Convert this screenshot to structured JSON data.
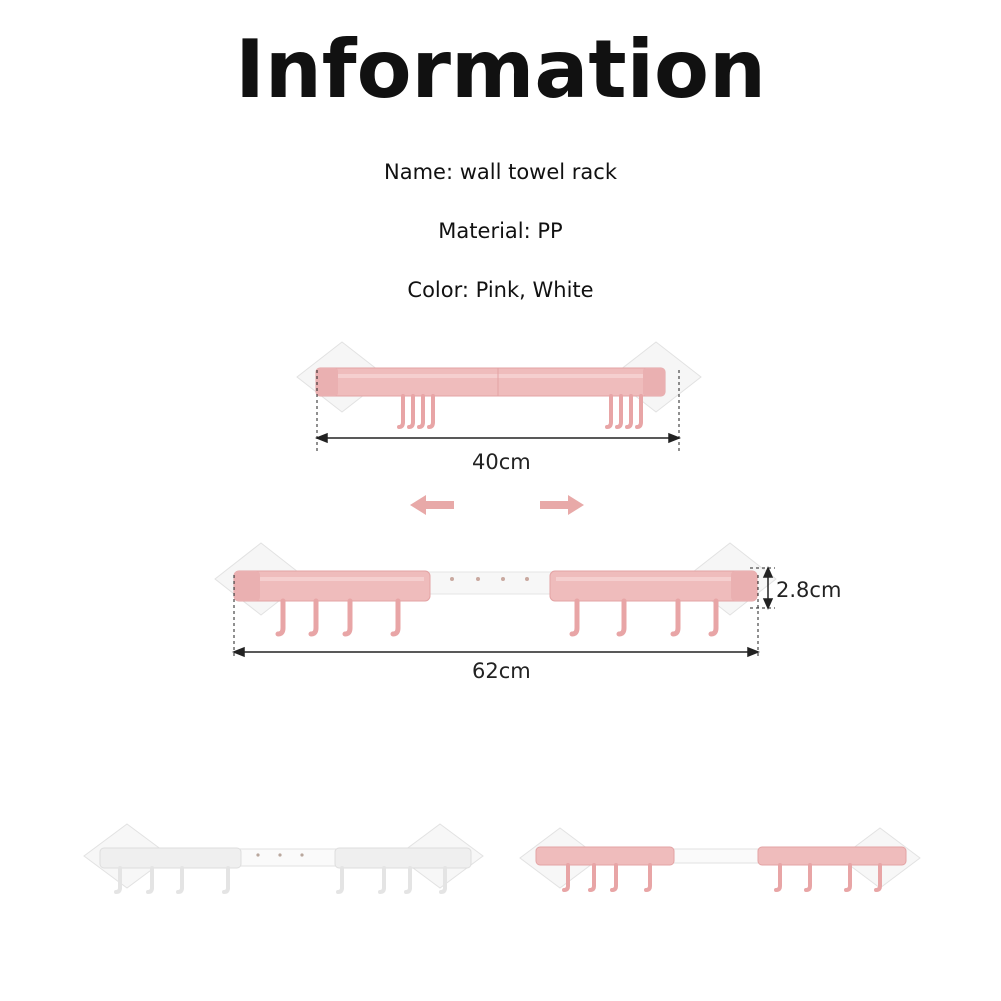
{
  "title": "Information",
  "specs": {
    "name": "Name: wall towel rack",
    "material": "Material: PP",
    "color": "Color: Pink, White"
  },
  "dimensions": {
    "collapsed_width": "40cm",
    "extended_width": "62cm",
    "height": "2.8cm"
  },
  "colors": {
    "pink": "#eeb7b7",
    "pink_dark": "#e29a9c",
    "white_rack": "#f2f2f2",
    "adhesive_pad": "#f5f5f5",
    "arrow": "#e8a9a8"
  },
  "icons": {
    "extend_left": "arrow-left-icon",
    "extend_right": "arrow-right-icon"
  }
}
